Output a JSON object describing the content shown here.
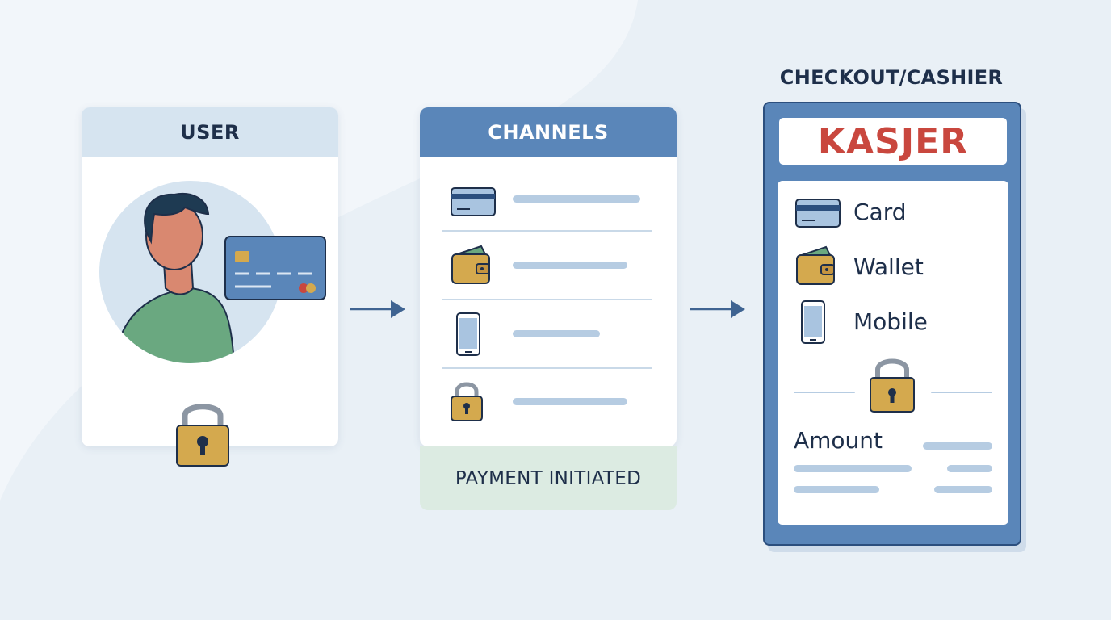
{
  "user": {
    "title": "USER"
  },
  "channels": {
    "title": "CHANNELS",
    "status": "PAYMENT INITIATED"
  },
  "checkout": {
    "title": "CHECKOUT/CASHIER",
    "brand": "KASJER",
    "options": [
      {
        "label": "Card",
        "icon": "credit-card-icon"
      },
      {
        "label": "Wallet",
        "icon": "wallet-icon"
      },
      {
        "label": "Mobile",
        "icon": "mobile-phone-icon"
      }
    ],
    "amount_label": "Amount"
  },
  "colors": {
    "background": "#e9f0f6",
    "primary_blue": "#5a86b9",
    "light_blue": "#d6e4f0",
    "navy": "#1e2f4a",
    "brand_red": "#c9473e",
    "green": "#dcebe2",
    "lock_gold": "#d4a94e"
  }
}
